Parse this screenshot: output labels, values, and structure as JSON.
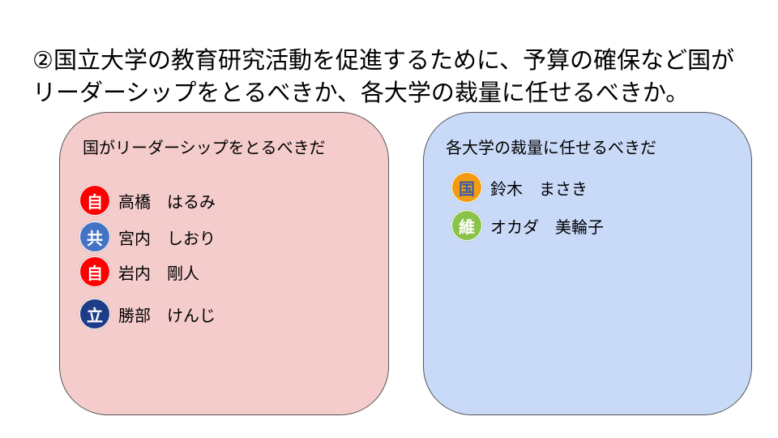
{
  "slide": {
    "question_line1": "②国立大学の教育研究活動を促進するために、予算の確保など国が",
    "question_line2": "リーダーシップをとるべきか、各大学の裁量に任せるべきか。"
  },
  "left_panel": {
    "title": "国がリーダーシップをとるべきだ",
    "color": "#f4cccc",
    "members": [
      {
        "badge": "自",
        "badge_color": "#ff0000",
        "name": "高橋　はるみ"
      },
      {
        "badge": "共",
        "badge_color": "#4472c4",
        "name": "宮内　しおり"
      },
      {
        "badge": "自",
        "badge_color": "#ff0000",
        "name": "岩内　剛人"
      },
      {
        "badge": "立",
        "badge_color": "#1f3c88",
        "name": "勝部　けんじ"
      }
    ]
  },
  "right_panel": {
    "title": "各大学の裁量に任せるべきだ",
    "color": "#c9daf8",
    "members": [
      {
        "badge": "国",
        "badge_color": "#f39c12",
        "name": "鈴木　まさき"
      },
      {
        "badge": "維",
        "badge_color": "#8bc34a",
        "name": "オカダ　美輪子"
      }
    ]
  }
}
